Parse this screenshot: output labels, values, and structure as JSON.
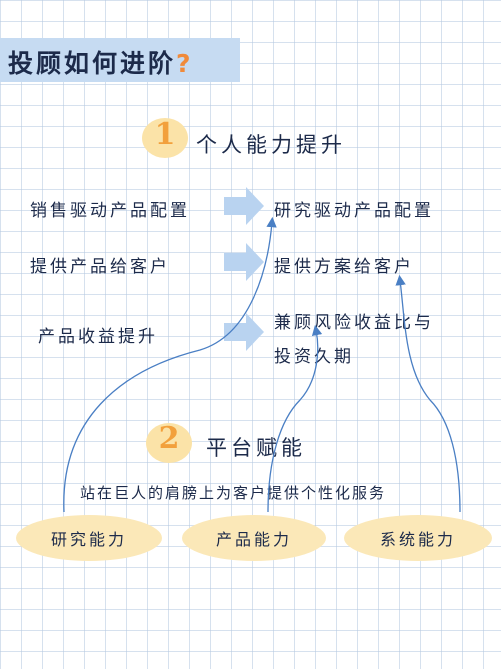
{
  "title": {
    "text": "投顾如何进阶",
    "question_mark": "?"
  },
  "section1": {
    "number": "1",
    "title": "个人能力提升"
  },
  "rows": [
    {
      "from": "销售驱动产品配置",
      "to": "研究驱动产品配置"
    },
    {
      "from": "提供产品给客户",
      "to": "提供方案给客户"
    },
    {
      "from": "产品收益提升",
      "to": "兼顾风险收益比与",
      "to_line2": "投资久期"
    }
  ],
  "section2": {
    "number": "2",
    "title": "平台赋能"
  },
  "platform_note": "站在巨人的肩膀上为客户提供个性化服务",
  "capabilities": [
    "研究能力",
    "产品能力",
    "系统能力"
  ],
  "colors": {
    "accent_orange": "#f2a03c",
    "oval_fill": "#fbe8b8",
    "arrow_blue": "#b9d3f0",
    "line_blue": "#4a7fc4",
    "title_band": "#c6dbf2"
  }
}
